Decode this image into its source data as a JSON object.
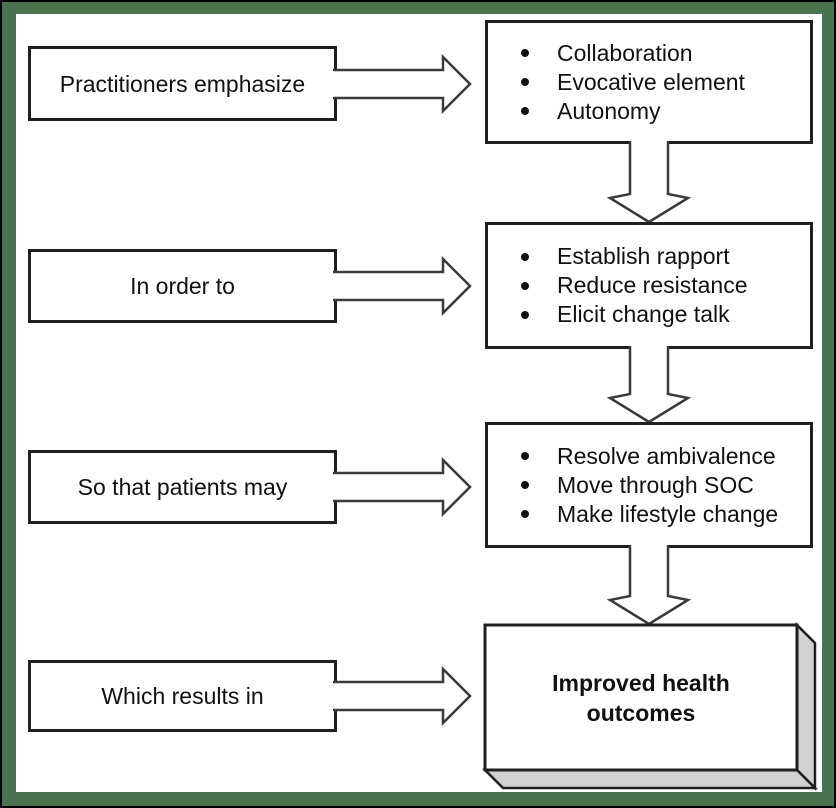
{
  "colors": {
    "frame_green": "#4a7350",
    "outer_border": "#000000",
    "box_border": "#1f1f1f",
    "arrow_outline": "#3a3a3a",
    "bevel_gray": "#d1d1d1",
    "background": "#ffffff"
  },
  "rows": [
    {
      "label": "Practitioners emphasize",
      "bullets": [
        "Collaboration",
        "Evocative element",
        "Autonomy"
      ]
    },
    {
      "label": "In order to",
      "bullets": [
        "Establish rapport",
        "Reduce resistance",
        "Elicit change talk"
      ]
    },
    {
      "label": "So that patients may",
      "bullets": [
        "Resolve ambivalence",
        "Move through SOC",
        "Make lifestyle change"
      ]
    },
    {
      "label": "Which results in",
      "result": {
        "line1": "Improved health",
        "line2": "outcomes"
      }
    }
  ]
}
